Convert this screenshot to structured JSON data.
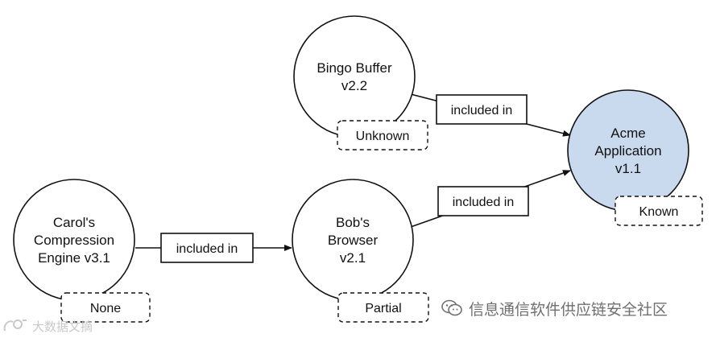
{
  "colors": {
    "node_fill": "#ffffff",
    "node_highlight_fill": "#c9d9ee",
    "stroke": "#111111",
    "watermark": "#6f6f6f"
  },
  "nodes": [
    {
      "id": "bingo",
      "lines": [
        "Bingo Buffer",
        "v2.2"
      ],
      "badge": "Unknown",
      "highlight": false
    },
    {
      "id": "acme",
      "lines": [
        "Acme",
        "Application",
        "v1.1"
      ],
      "badge": "Known",
      "highlight": true
    },
    {
      "id": "carol",
      "lines": [
        "Carol's",
        "Compression",
        "Engine v3.1"
      ],
      "badge": "None",
      "highlight": false
    },
    {
      "id": "bob",
      "lines": [
        "Bob's",
        "Browser",
        "v2.1"
      ],
      "badge": "Partial",
      "highlight": false
    }
  ],
  "edges": [
    {
      "from": "bingo",
      "to": "acme",
      "label": "included in"
    },
    {
      "from": "bob",
      "to": "acme",
      "label": "included in"
    },
    {
      "from": "carol",
      "to": "bob",
      "label": "included in"
    }
  ],
  "watermark": {
    "icon": "wechat-icon",
    "text": "信息通信软件供应链安全社区"
  },
  "watermark2": {
    "icon": "logo-icon",
    "text": "大数据文摘"
  }
}
